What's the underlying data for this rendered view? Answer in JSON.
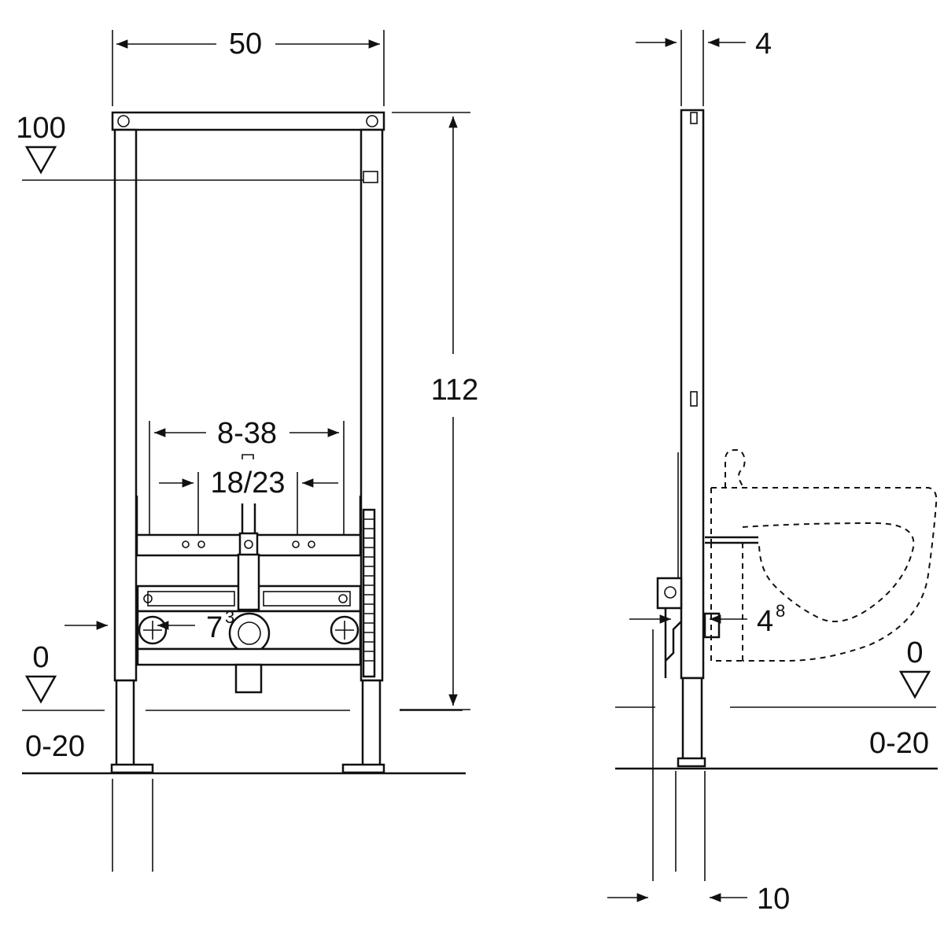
{
  "front_view": {
    "width_label": "50",
    "height_label": "112",
    "level_100_label": "100",
    "level_0_label": "0",
    "range_label": "0-20",
    "outer_spacing_label": "8-38",
    "inner_spacing_label": "18/23",
    "foot_label": "7",
    "foot_label_sup": "3"
  },
  "side_view": {
    "depth_label": "4",
    "level_0_label": "0",
    "range_label": "0-20",
    "offset_label": "4",
    "offset_label_sup": "8",
    "base_label": "10"
  }
}
